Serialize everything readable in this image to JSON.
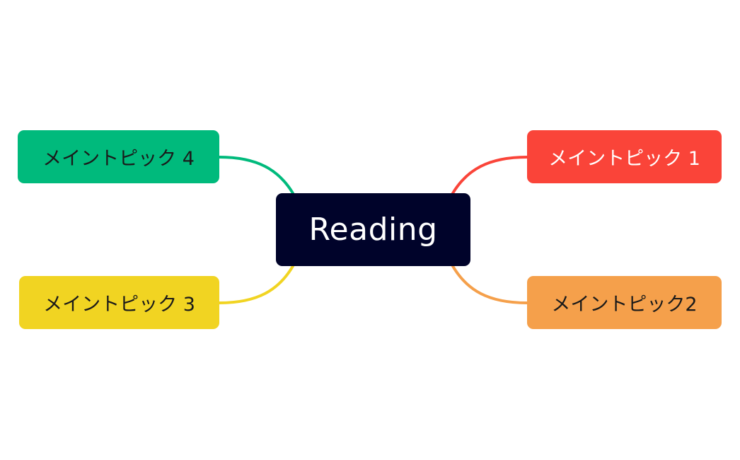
{
  "mindmap": {
    "center": {
      "label": "Reading",
      "bg_color": "#00032a",
      "text_color": "#ffffff"
    },
    "topics": [
      {
        "id": "topic-1",
        "label": "メイントピック 1",
        "side": "right",
        "bg_color": "#fa4439",
        "line_color": "#fa4439",
        "text_color": "#ffffff"
      },
      {
        "id": "topic-2",
        "label": "メイントピック2",
        "side": "right",
        "bg_color": "#f5a04b",
        "line_color": "#f5a04b",
        "text_color": "#1a1a1a"
      },
      {
        "id": "topic-3",
        "label": "メイントピック 3",
        "side": "left",
        "bg_color": "#f1d422",
        "line_color": "#f1d422",
        "text_color": "#1a1a1a"
      },
      {
        "id": "topic-4",
        "label": "メイントピック 4",
        "side": "left",
        "bg_color": "#00ba7c",
        "line_color": "#00ba7c",
        "text_color": "#1a1a1a"
      }
    ]
  }
}
